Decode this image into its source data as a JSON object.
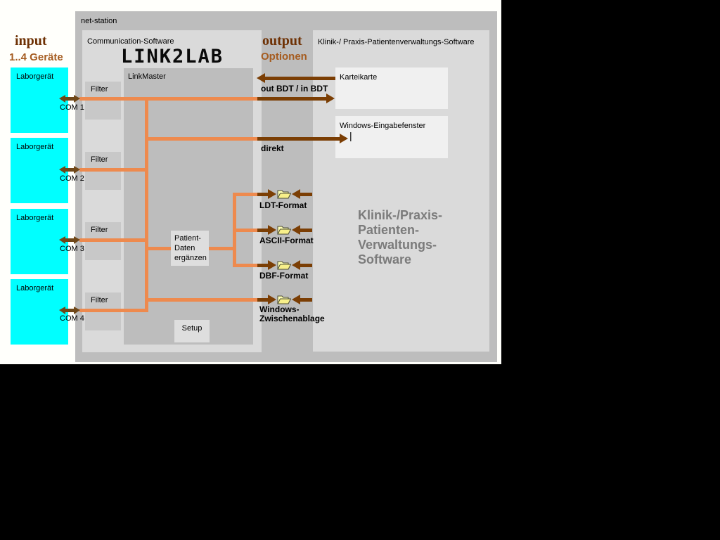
{
  "colors": {
    "orange_line": "#EE8A4E",
    "brown_arrow": "#7B3E04",
    "com_arrow_brown": "#6F4718",
    "device_cyan": "#00FFFF",
    "heading_dark_brown": "#6E3104",
    "heading_light_brown": "#A55C20",
    "clinic_big_text_gray": "#7B7B7B"
  },
  "net_station": {
    "title": "net-station"
  },
  "input": {
    "heading": "input",
    "subheading": "1..4 Geräte",
    "devices": [
      {
        "label": "Laborgerät",
        "port": "COM 1"
      },
      {
        "label": "Laborgerät",
        "port": "COM 2"
      },
      {
        "label": "Laborgerät",
        "port": "COM 3"
      },
      {
        "label": "Laborgerät",
        "port": "COM 4"
      }
    ]
  },
  "communication": {
    "title": "Communication-Software",
    "product_name": "LINK2LAB",
    "linkmaster": {
      "title": "LinkMaster",
      "filter_labels": [
        "Filter",
        "Filter",
        "Filter",
        "Filter"
      ],
      "patient_data_box": "Patient-\nDaten\nergänzen",
      "setup_button": "Setup"
    }
  },
  "output": {
    "heading": "output",
    "subheading": "Optionen",
    "bdt_label": "out BDT / in BDT",
    "direct_label": "direkt",
    "format_labels": [
      "LDT-Format",
      "ASCII-Format",
      "DBF-Format",
      "Windows-\nZwischenablage"
    ]
  },
  "clinic": {
    "title": "Klinik-/ Praxis-Patientenverwaltungs-Software",
    "card_box": "Karteikarte",
    "input_window_box": "Windows-Eingabefenster",
    "text_cursor": "|",
    "big_label": "Klinik-/Praxis-\nPatienten-\nVerwaltungs-\nSoftware"
  }
}
